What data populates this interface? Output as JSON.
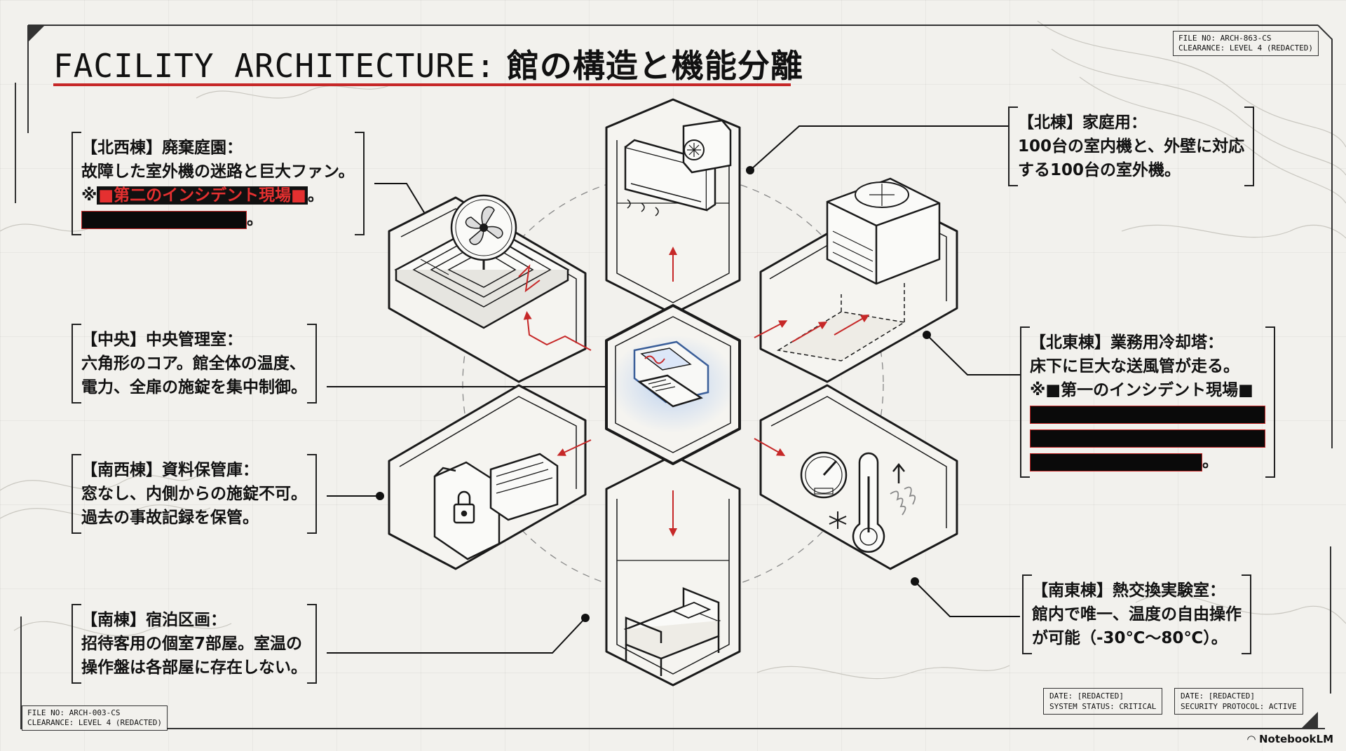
{
  "title": {
    "en": "FACILITY ARCHITECTURE:",
    "ja": "館の構造と機能分離"
  },
  "file_top": {
    "line1": "FILE NO: ARCH-863-CS",
    "line2": "CLEARANCE: LEVEL 4 (REDACTED)"
  },
  "file_bottom": {
    "line1": "FILE NO: ARCH-003-CS",
    "line2": "CLEARANCE: LEVEL 4 (REDACTED)"
  },
  "status_left": {
    "line1": "DATE: [REDACTED]",
    "line2": "SYSTEM STATUS: CRITICAL"
  },
  "status_right": {
    "line1": "DATE: [REDACTED]",
    "line2": "SECURITY PROTOCOL: ACTIVE"
  },
  "brand": "NotebookLM",
  "callouts": {
    "northwest": {
      "l1": "【北西棟】廃棄庭園：",
      "l2": "故障した室外機の迷路と巨大ファン。",
      "l3a": "※",
      "l3b": "■第二のインシデント現場■",
      "l3c": "。",
      "l4": "。"
    },
    "center": {
      "l1": "【中央】中央管理室：",
      "l2": "六角形のコア。館全体の温度、",
      "l3": "電力、全扉の施錠を集中制御。"
    },
    "southwest": {
      "l1": "【南西棟】資料保管庫：",
      "l2": "窓なし、内側からの施錠不可。",
      "l3": "過去の事故記録を保管。"
    },
    "south": {
      "l1": "【南棟】宿泊区画：",
      "l2": "招待客用の個室7部屋。室温の",
      "l3": "操作盤は各部屋に存在しない。"
    },
    "north": {
      "l1": "【北棟】家庭用：",
      "l2": "100台の室内機と、外壁に対応",
      "l3": "する100台の室外機。"
    },
    "northeast": {
      "l1": "【北東棟】業務用冷却塔：",
      "l2": "床下に巨大な送風管が走る。",
      "l3": "※■第一のインシデント現場■",
      "l6": "。"
    },
    "southeast": {
      "l1": "【南東棟】熱交換実験室：",
      "l2": "館内で唯一、温度の自由操作",
      "l3": "が可能（-30℃～80℃）。"
    }
  },
  "colors": {
    "accent": "#c62828",
    "ink": "#222222",
    "background": "#f2f1ed",
    "screen_glow": "#5b8fd6"
  },
  "icons": [
    "air-conditioner-icon",
    "outdoor-unit-icon",
    "maze-fan-icon",
    "cooling-tower-icon",
    "control-computer-icon",
    "archive-folders-icon",
    "lock-icon",
    "thermometer-icon",
    "gauge-icon",
    "snowflake-icon",
    "bed-icon"
  ]
}
